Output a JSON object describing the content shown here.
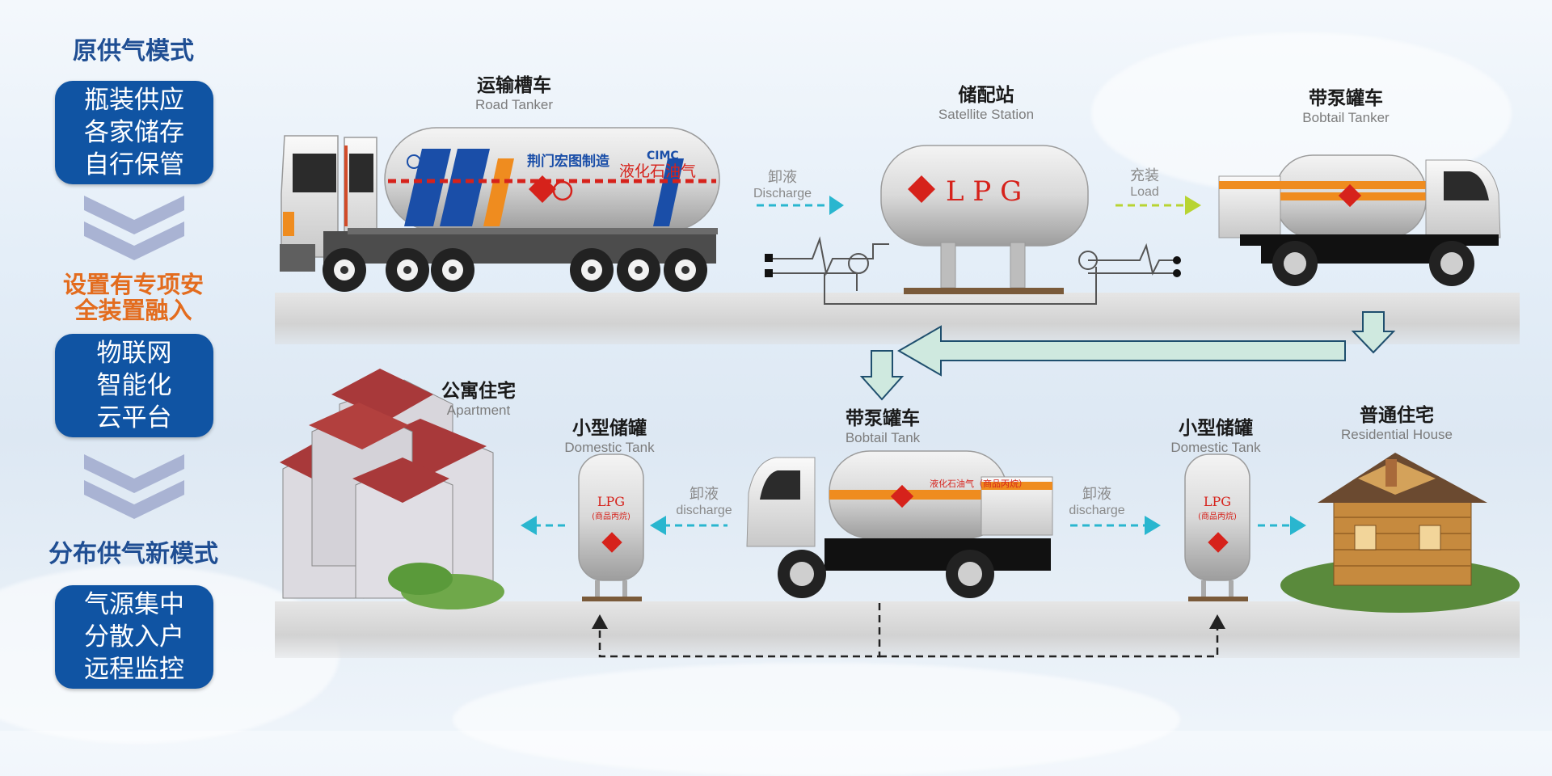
{
  "sidebar": {
    "original_mode_title": "原供气模式",
    "original_mode_box": [
      "瓶装供应",
      "各家储存",
      "自行保管"
    ],
    "safety_note": [
      "设置有专项安",
      "全装置融入"
    ],
    "tech_box": [
      "物联网",
      "智能化",
      "云平台"
    ],
    "new_mode_title": "分布供气新模式",
    "new_mode_box": [
      "气源集中",
      "分散入户",
      "远程监控"
    ]
  },
  "top_row": {
    "road_tanker": {
      "cn": "运输槽车",
      "en": "Road Tanker"
    },
    "satellite_station": {
      "cn": "储配站",
      "en": "Satellite Station"
    },
    "bobtail_tanker": {
      "cn": "带泵罐车",
      "en": "Bobtail Tanker"
    },
    "discharge": {
      "cn": "卸液",
      "en": "Discharge"
    },
    "load": {
      "cn": "充装",
      "en": "Load"
    }
  },
  "bottom_row": {
    "apartment": {
      "cn": "公寓住宅",
      "en": "Apartment"
    },
    "domestic_tank_left": {
      "cn": "小型储罐",
      "en": "Domestic Tank"
    },
    "bobtail_tank": {
      "cn": "带泵罐车",
      "en": "Bobtail Tank"
    },
    "domestic_tank_right": {
      "cn": "小型储罐",
      "en": "Domestic Tank"
    },
    "residential_house": {
      "cn": "普通住宅",
      "en": "Residential House"
    },
    "discharge_left": {
      "cn": "卸液",
      "en": "discharge"
    },
    "discharge_right": {
      "cn": "卸液",
      "en": "discharge"
    }
  },
  "vehicle_text": {
    "tanker_brand": "荆门宏图制造",
    "tanker_cimc": "CIMC",
    "tanker_lpg_cn": "液化石油气",
    "station_lpg": "L P G",
    "bobtail_lpg_cn": "液化石油气（商品丙烷）",
    "small_tank_lpg": "LPG",
    "small_tank_sub": "(商品丙烷)"
  },
  "colors": {
    "sidebar_box": "#1054a3",
    "sidebar_title": "#1f4e93",
    "safety_orange": "#e36c1e",
    "flow_arrow_cyan": "#29b6cf",
    "load_arrow_green": "#b8d432",
    "big_arrow_fill": "#cfe9df",
    "big_arrow_stroke": "#1f4f6e",
    "hazard_red": "#d6221b"
  }
}
